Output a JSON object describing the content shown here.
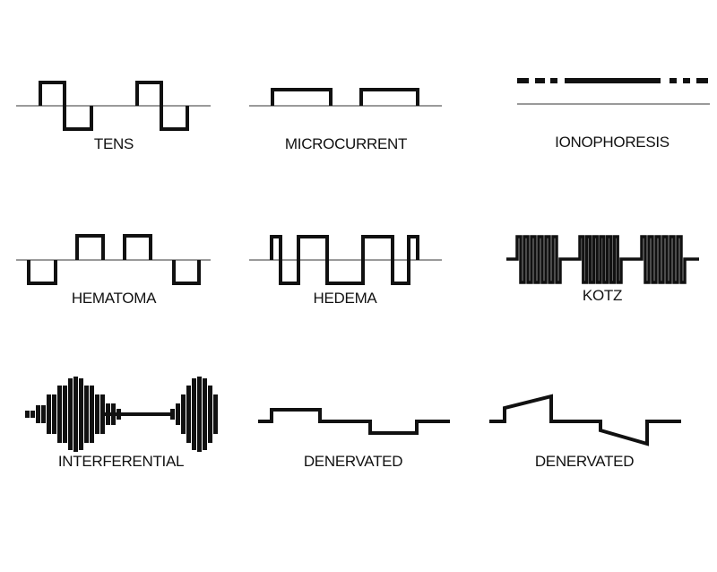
{
  "colors": {
    "wave": "#111111",
    "baseline": "#9a9a9a",
    "background": "#ffffff"
  },
  "waveforms": [
    {
      "id": "tens",
      "label": "TENS"
    },
    {
      "id": "microcurrent",
      "label": "MICROCURRENT"
    },
    {
      "id": "ionophoresis",
      "label": "IONOPHORESIS"
    },
    {
      "id": "hematoma",
      "label": "HEMATOMA"
    },
    {
      "id": "hedema",
      "label": "HEDEMA"
    },
    {
      "id": "kotz",
      "label": "KOTZ"
    },
    {
      "id": "interferential",
      "label": "INTERFERENTIAL"
    },
    {
      "id": "denervated-1",
      "label": "DENERVATED"
    },
    {
      "id": "denervated-2",
      "label": "DENERVATED"
    }
  ]
}
